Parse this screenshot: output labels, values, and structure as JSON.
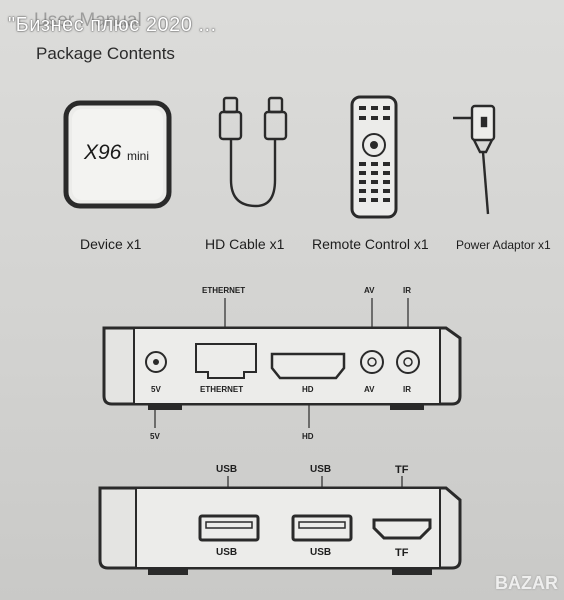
{
  "overlay_title": "\"Бизнес плюс 2020 ...",
  "manual_title": "User Manual",
  "section_title": "Package Contents",
  "device_brand": "X96",
  "device_model": "mini",
  "items": [
    {
      "label": "Device x1"
    },
    {
      "label": "HD Cable x1"
    },
    {
      "label": "Remote Control x1"
    },
    {
      "label": "Power Adaptor x1"
    }
  ],
  "rear_panel": {
    "top_labels": {
      "ethernet": "ETHERNET",
      "av": "AV",
      "ir": "IR"
    },
    "port_labels": {
      "v5": "5V",
      "ethernet": "ETHERNET",
      "hd": "HD",
      "av": "AV",
      "ir": "IR"
    },
    "bottom_labels": {
      "v5": "5V",
      "hd": "HD"
    }
  },
  "side_panel": {
    "top_labels": {
      "usb1": "USB",
      "usb2": "USB",
      "tf": "TF"
    },
    "port_labels": {
      "usb1": "USB",
      "usb2": "USB",
      "tf": "TF"
    }
  },
  "watermark": "BAZAR"
}
